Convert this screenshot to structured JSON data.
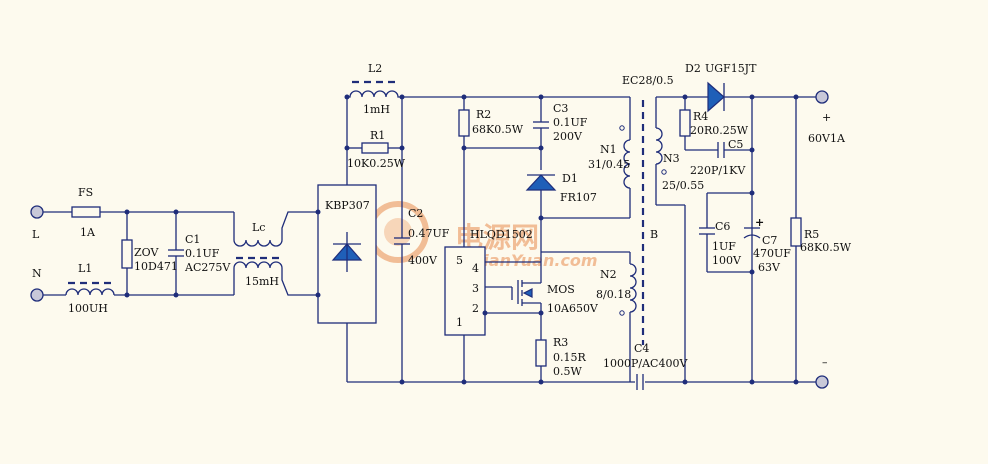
{
  "labels": {
    "L_in": "L",
    "N_in": "N",
    "FS": "FS",
    "FS_val": "1A",
    "L1": "L1",
    "L1_val": "100UH",
    "ZOV": "ZOV",
    "ZOV_val": "10D471",
    "C1": "C1",
    "C1_val1": "0.1UF",
    "C1_val2": "AC275V",
    "Lc": "Lc",
    "Lc_val": "15mH",
    "L2": "L2",
    "L2_val": "1mH",
    "R1": "R1",
    "R1_val": "10K0.25W",
    "bridge": "KBP307",
    "C2": "C2",
    "C2_val1": "0.47UF",
    "C2_val2": "400V",
    "R2": "R2",
    "R2_val": "68K0.5W",
    "C3": "C3",
    "C3_val1": "0.1UF",
    "C3_val2": "200V",
    "D1": "D1",
    "D1_val": "FR107",
    "ic": "HLQD1502",
    "pin5": "5",
    "pin4": "4",
    "pin3": "3",
    "pin2": "2",
    "pin1": "1",
    "MOS": "MOS",
    "MOS_val": "10A650V",
    "R3": "R3",
    "R3_val1": "0.15R",
    "R3_val2": "0.5W",
    "N1": "N1",
    "N1_val": "31/0.45",
    "N2": "N2",
    "N2_val": "8/0.18",
    "N3": "N3",
    "N3_val": "25/0.55",
    "core": "EC28/0.5",
    "core_B": "B",
    "C4": "C4",
    "C4_val": "1000P/AC400V",
    "D2": "D2",
    "D2_val": "UGF15JT",
    "R4": "R4",
    "R4_val": "20R0.25W",
    "C5": "C5",
    "C5_val": "220P/1KV",
    "C6": "C6",
    "C6_val1": "1UF",
    "C6_val2": "100V",
    "C7": "C7",
    "C7_val1": "470UF",
    "C7_val2": "63V",
    "C7_plus": "+",
    "R5": "R5",
    "R5_val": "68K0.5W",
    "out_plus": "+",
    "out_minus": "–",
    "out_val": "60V1A"
  },
  "watermark": {
    "cn": "电源网",
    "en": "DianYuan.com"
  },
  "colors": {
    "wire": "#1f2d7a",
    "diode_fill": "#1f5fb8",
    "background": "#fdfaee",
    "watermark": "#e98c4f"
  }
}
